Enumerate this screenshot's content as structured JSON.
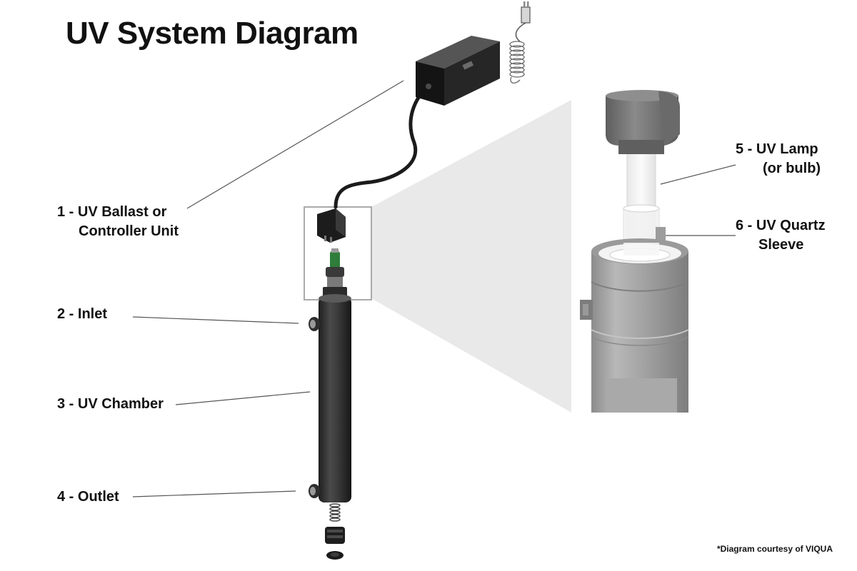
{
  "title": "UV System Diagram",
  "labels": {
    "ballast_line1": "1 - UV Ballast or",
    "ballast_line2": "Controller Unit",
    "inlet": "2 - Inlet",
    "chamber": "3 - UV Chamber",
    "outlet": "4 - Outlet",
    "lamp_line1": "5 - UV Lamp",
    "lamp_line2": "(or bulb)",
    "sleeve_line1": "6 - UV Quartz",
    "sleeve_line2": "Sleeve"
  },
  "credit": "*Diagram courtesy of VIQUA",
  "colors": {
    "chamber": "#3a3a3a",
    "ballast": "#262626",
    "zoom_panel": "#e8e8e8",
    "lamp_green": "#2f7d3a",
    "leader_line": "#555555"
  }
}
